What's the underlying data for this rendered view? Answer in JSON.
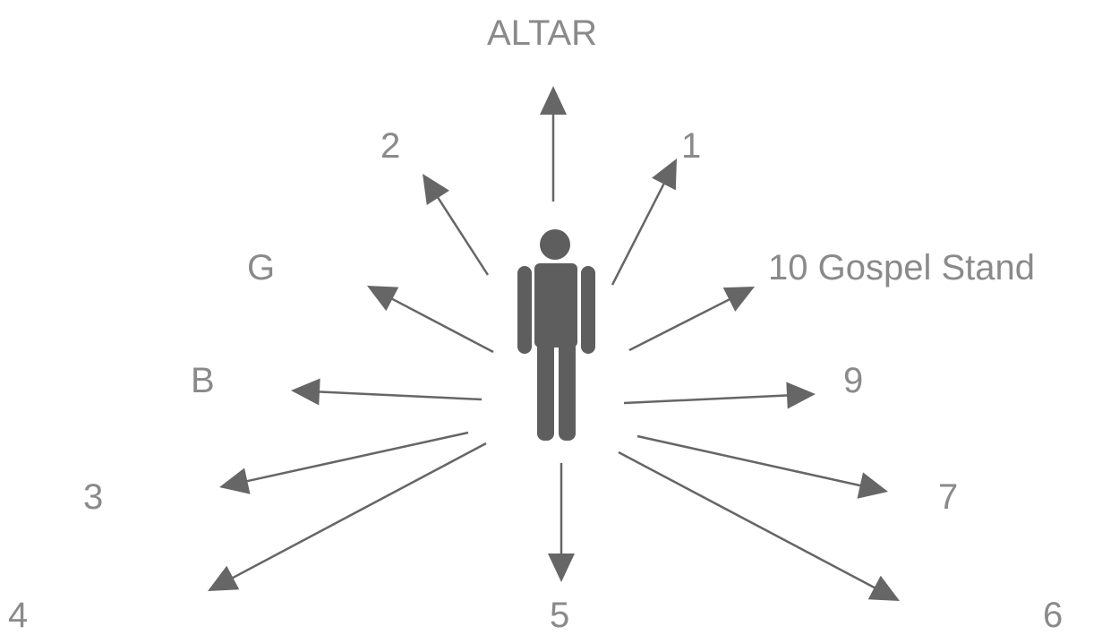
{
  "labels": {
    "altar": "ALTAR",
    "d1": "1",
    "d2": "2",
    "g": "G",
    "d10": "10 Gospel Stand",
    "b": "B",
    "d9": "9",
    "d3": "3",
    "d7": "7",
    "d4": "4",
    "d5": "5",
    "d6": "6"
  },
  "colors": {
    "arrow": "#666666",
    "label": "#8a8a8a",
    "figure": "#5e5e5e"
  }
}
